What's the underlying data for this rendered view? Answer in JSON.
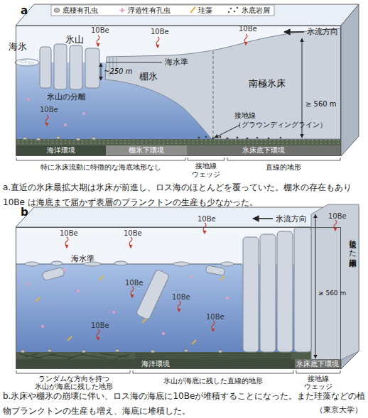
{
  "diagram": {
    "nodes": [
      {
        "text": [
          "a"
        ]
      },
      {
        "text": [
          "海洋環境"
        ],
        "in": 0
      },
      {
        "text": [
          "棚氷下環境"
        ],
        "in": 0
      },
      {
        "text": [
          "氷床底下環境"
        ],
        "in": 0
      },
      {
        "text": [
          "b"
        ]
      },
      {
        "text": [
          "海洋環境"
        ],
        "in": 4
      },
      {
        "text": [
          "氷床底下環境"
        ],
        "in": 4
      }
    ],
    "labels": [
      "海氷",
      "氷山",
      "10Be",
      "10Be",
      "10Be",
      "氷流方向",
      "海水準",
      "~250 m",
      "棚氷",
      "南極氷床",
      "氷山の分離",
      "≥ 560 m",
      "10Be",
      "接地線 （グラウンディングライン）",
      "特に氷床流動に特徴的な海底地形なし",
      "接地線 ウェッジ",
      "直線的地形",
      "a.直近の氷床最拡大期は氷床が前進し、ロス海のほとんどを覆っていた。棚氷の存在もあり10Be は海底まで届かず表層のプランクトンの生産も少なかった。",
      "10Be",
      "10Be",
      "10Be",
      "10Be",
      "氷流方向",
      "海水準",
      "10Be",
      "10Be",
      "10Be",
      "10Be",
      "≥ 560 m",
      "後退した南極氷床",
      "ランダムな方向を持つ 氷山が海底に残した地形",
      "氷山が海底に残した直線的地形",
      "接地線 ウェッジ",
      "b.氷床や棚氷の崩壊に伴い、ロス海の海底に10Beが堆積することになった。また珪藻などの植物プランクトンの生産も増え、海底に堆積した。",
      "（東京大学）"
    ],
    "legend": [
      {
        "text": "底棲有孔虫"
      },
      {
        "text": "浮遊性有孔虫"
      },
      {
        "text": "珪藻"
      },
      {
        "text": "氷底岩屑"
      }
    ]
  }
}
